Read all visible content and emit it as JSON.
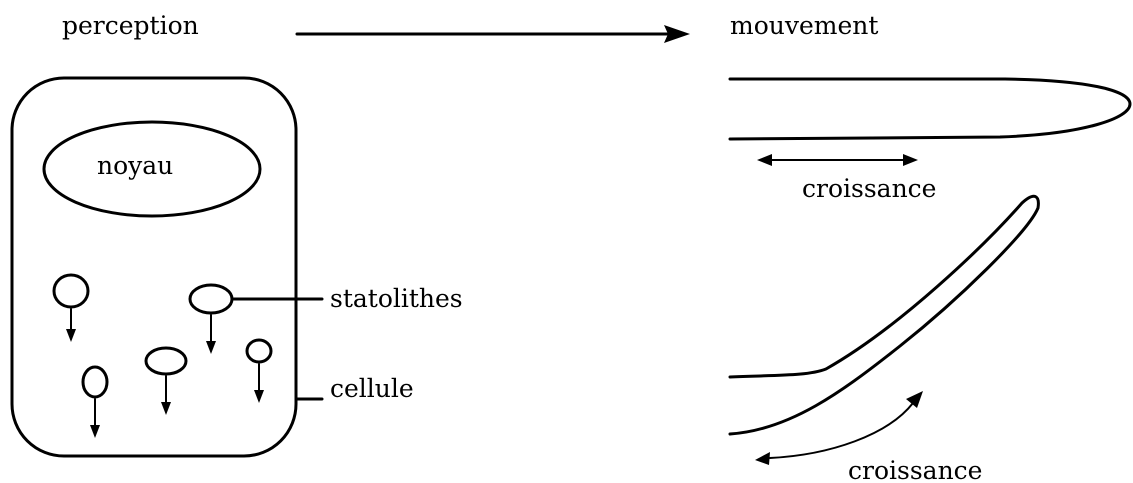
{
  "labels": {
    "perception": "perception",
    "mouvement": "mouvement",
    "noyau": "noyau",
    "statolithes": "statolithes",
    "cellule": "cellule",
    "croissance_top": "croissance",
    "croissance_bottom": "croissance"
  },
  "colors": {
    "ink": "#000000",
    "background": "#ffffff"
  }
}
